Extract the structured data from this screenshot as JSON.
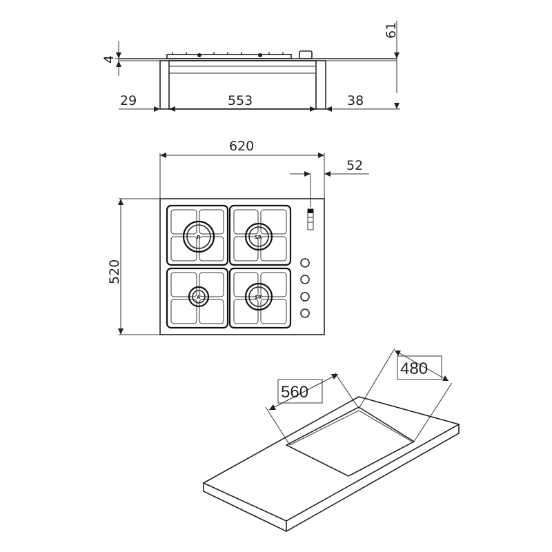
{
  "dimensions": {
    "height_total": "61",
    "glass_thickness": "4",
    "left_offset": "29",
    "cutout_side": "553",
    "right_offset": "38",
    "width": "620",
    "knob_offset": "52",
    "depth": "520",
    "cutout_width": "560",
    "cutout_depth": "480"
  },
  "burners": {
    "top_left": "R",
    "top_right": "SR",
    "bottom_left": "A",
    "bottom_right": "SR"
  }
}
